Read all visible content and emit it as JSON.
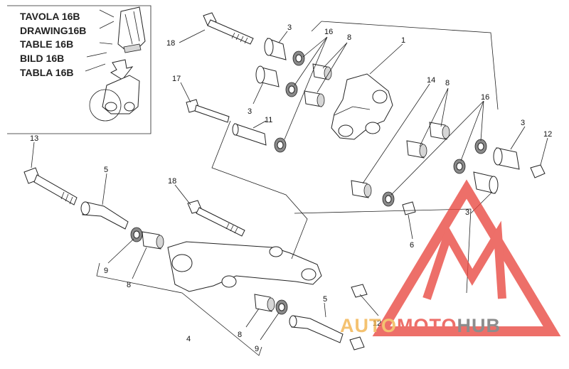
{
  "reference_box": {
    "lines": [
      {
        "label": "TAVOLA",
        "num": "16B"
      },
      {
        "label": "DRAWING",
        "num": "16B"
      },
      {
        "label": "TABLE",
        "num": "16B"
      },
      {
        "label": "BILD",
        "num": "16B"
      },
      {
        "label": "TABLA",
        "num": "16B"
      }
    ]
  },
  "callouts": [
    {
      "id": "c18a",
      "text": "18"
    },
    {
      "id": "c3a",
      "text": "3"
    },
    {
      "id": "c16a",
      "text": "16"
    },
    {
      "id": "c8a",
      "text": "8"
    },
    {
      "id": "c1",
      "text": "1"
    },
    {
      "id": "c17",
      "text": "17"
    },
    {
      "id": "c3b",
      "text": "3"
    },
    {
      "id": "c11",
      "text": "11"
    },
    {
      "id": "c14",
      "text": "14"
    },
    {
      "id": "c8b",
      "text": "8"
    },
    {
      "id": "c16b",
      "text": "16"
    },
    {
      "id": "c3c",
      "text": "3"
    },
    {
      "id": "c12a",
      "text": "12"
    },
    {
      "id": "c13",
      "text": "13"
    },
    {
      "id": "c5a",
      "text": "5"
    },
    {
      "id": "c18b",
      "text": "18"
    },
    {
      "id": "c3d",
      "text": "3"
    },
    {
      "id": "c6",
      "text": "6"
    },
    {
      "id": "c9a",
      "text": "9"
    },
    {
      "id": "c8c",
      "text": "8"
    },
    {
      "id": "c5b",
      "text": "5"
    },
    {
      "id": "c12b",
      "text": "12"
    },
    {
      "id": "c4",
      "text": "4"
    },
    {
      "id": "c8d",
      "text": "8"
    },
    {
      "id": "c9b",
      "text": "9"
    }
  ],
  "watermark": {
    "part1": "AUTO",
    "part2": "MOTO",
    "part3": "HUB",
    "color_red": "#e8473f",
    "color_orange": "#f2b24a",
    "color_gray": "#6e6e6e"
  }
}
